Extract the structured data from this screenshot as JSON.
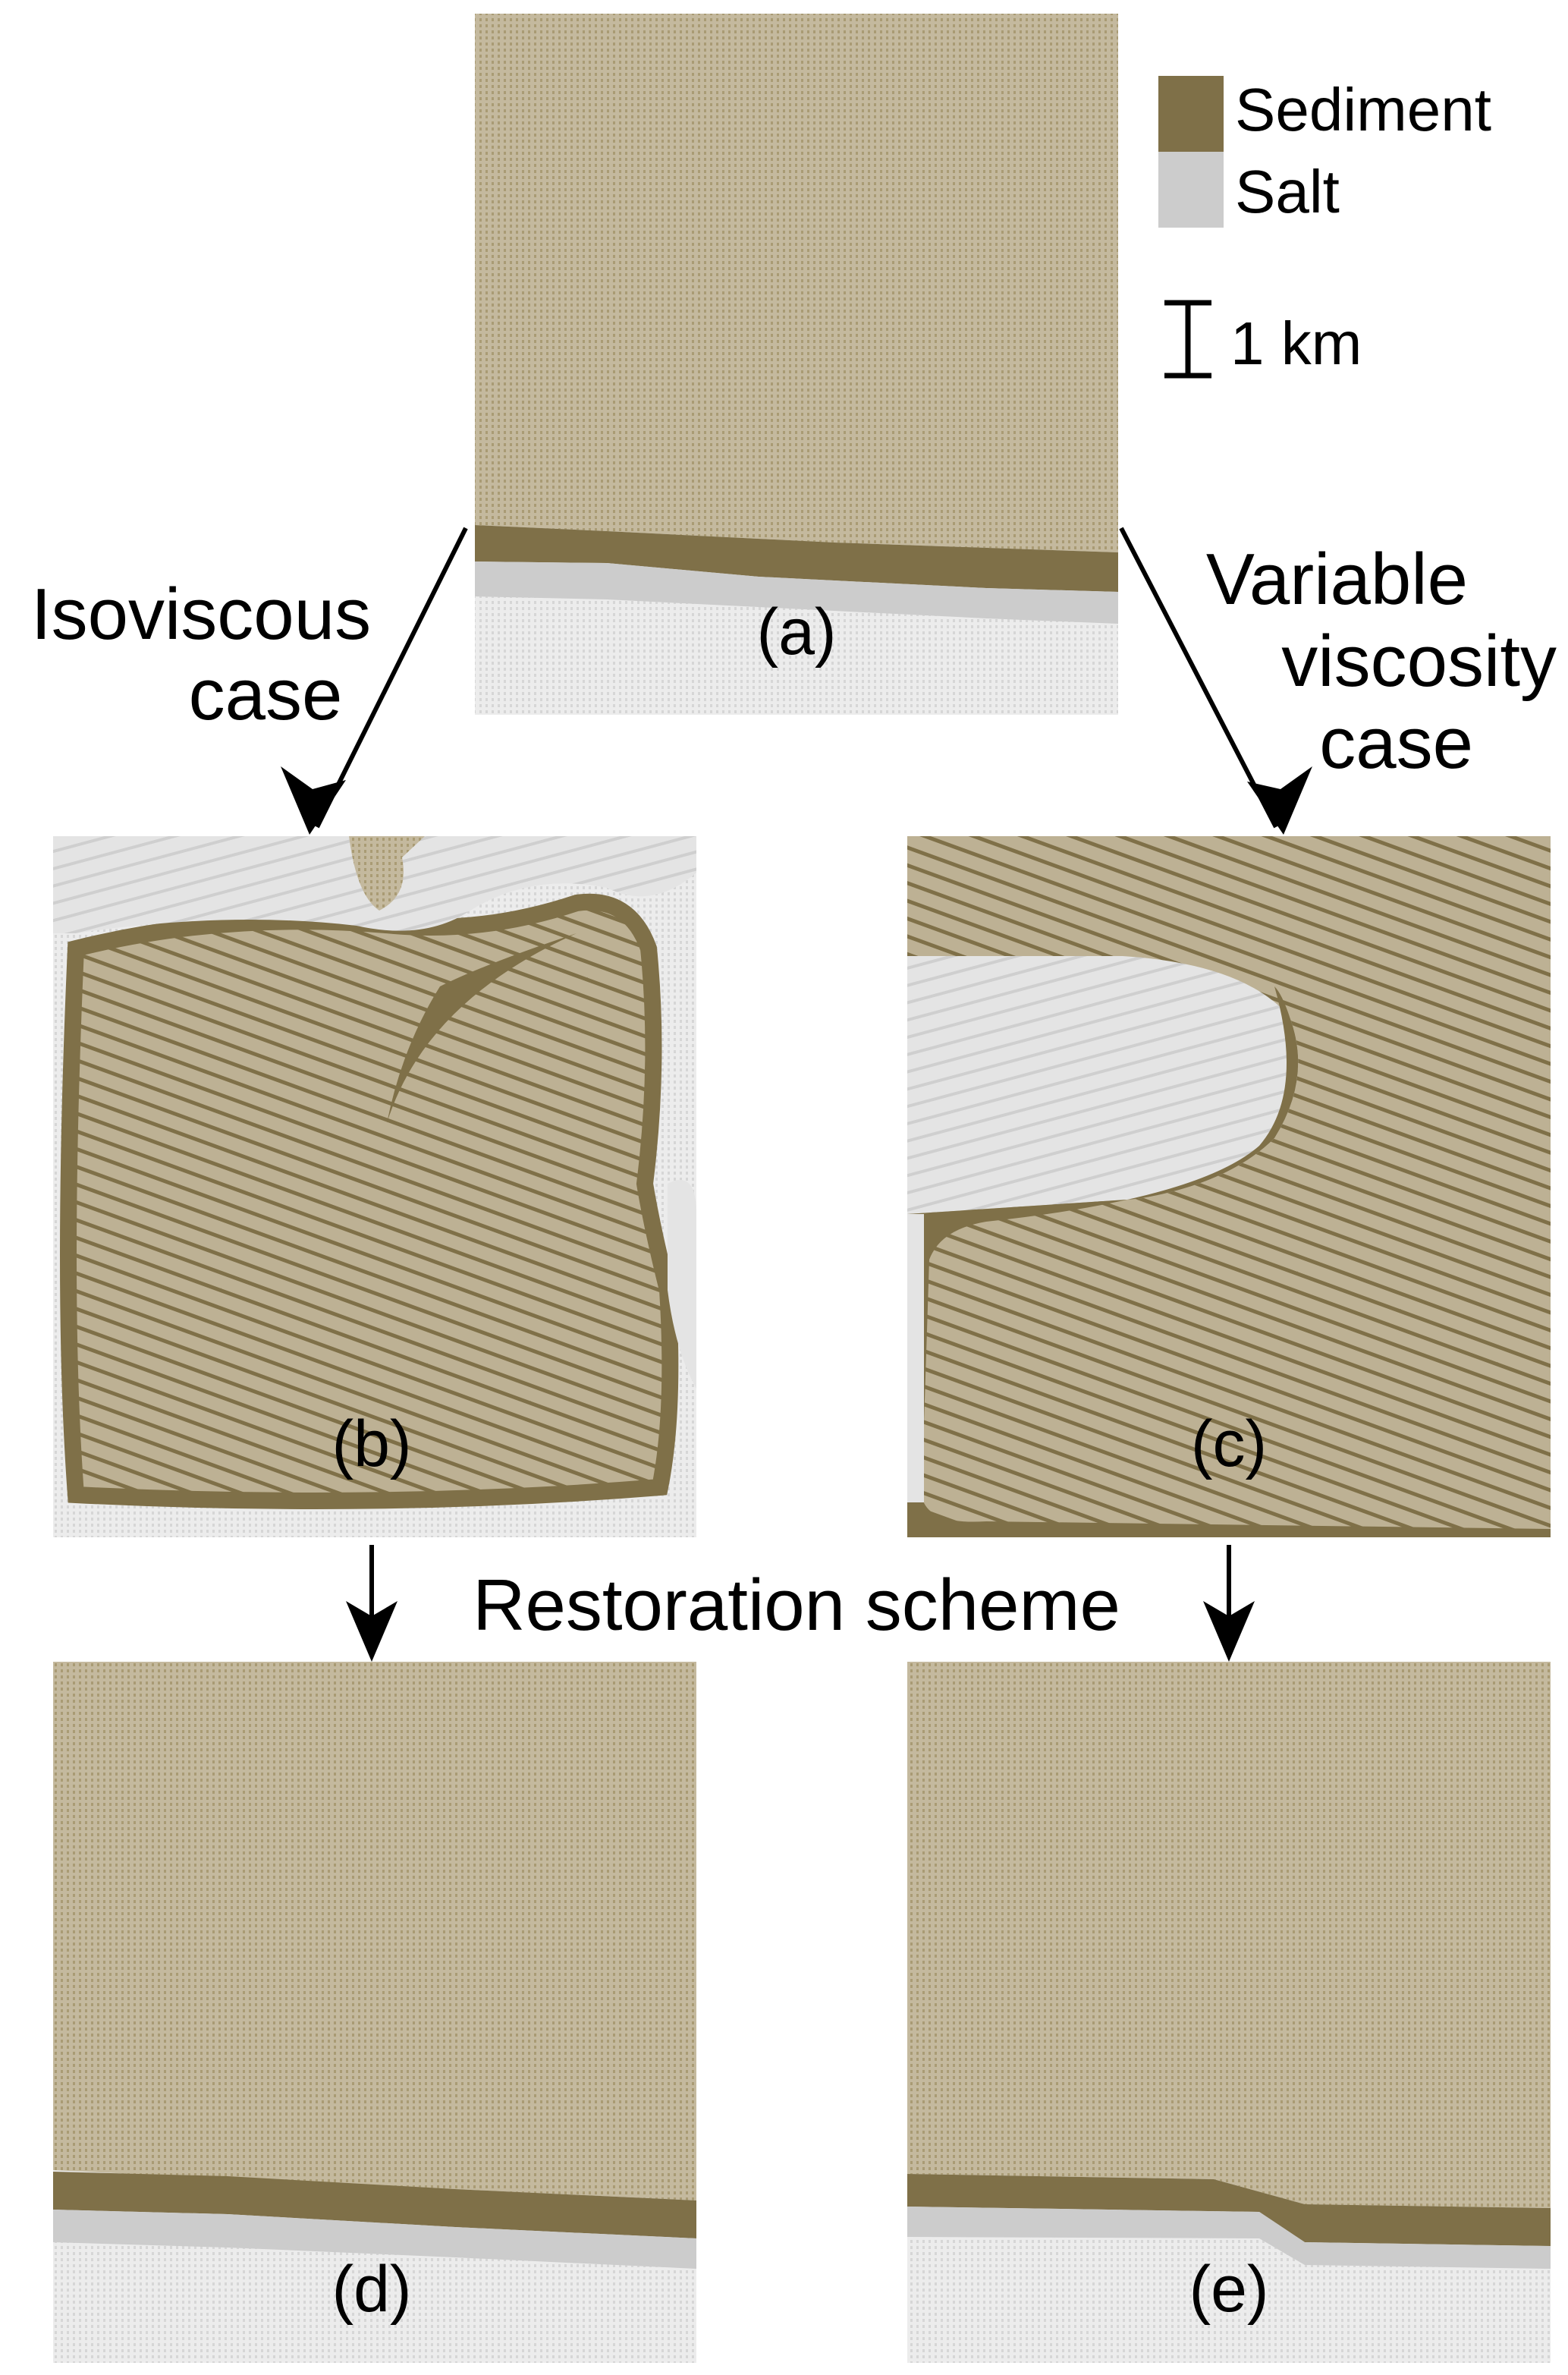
{
  "legend": {
    "items": [
      {
        "label": "Sediment",
        "color": "#7f7048"
      },
      {
        "label": "Salt",
        "color": "#cccccc"
      }
    ],
    "scale_bar": "1 km"
  },
  "colors": {
    "sediment_dark": "#7f7048",
    "sediment_light": "#bdb194",
    "salt": "#cccccc",
    "salt_light": "#e4e4e4"
  },
  "panels": {
    "a": "(a)",
    "b": "(b)",
    "c": "(c)",
    "d": "(d)",
    "e": "(e)"
  },
  "annotations": {
    "left_branch": [
      "Isoviscous",
      "case"
    ],
    "right_branch": [
      "Variable",
      "viscosity",
      "case"
    ],
    "restoration": "Restoration scheme"
  }
}
